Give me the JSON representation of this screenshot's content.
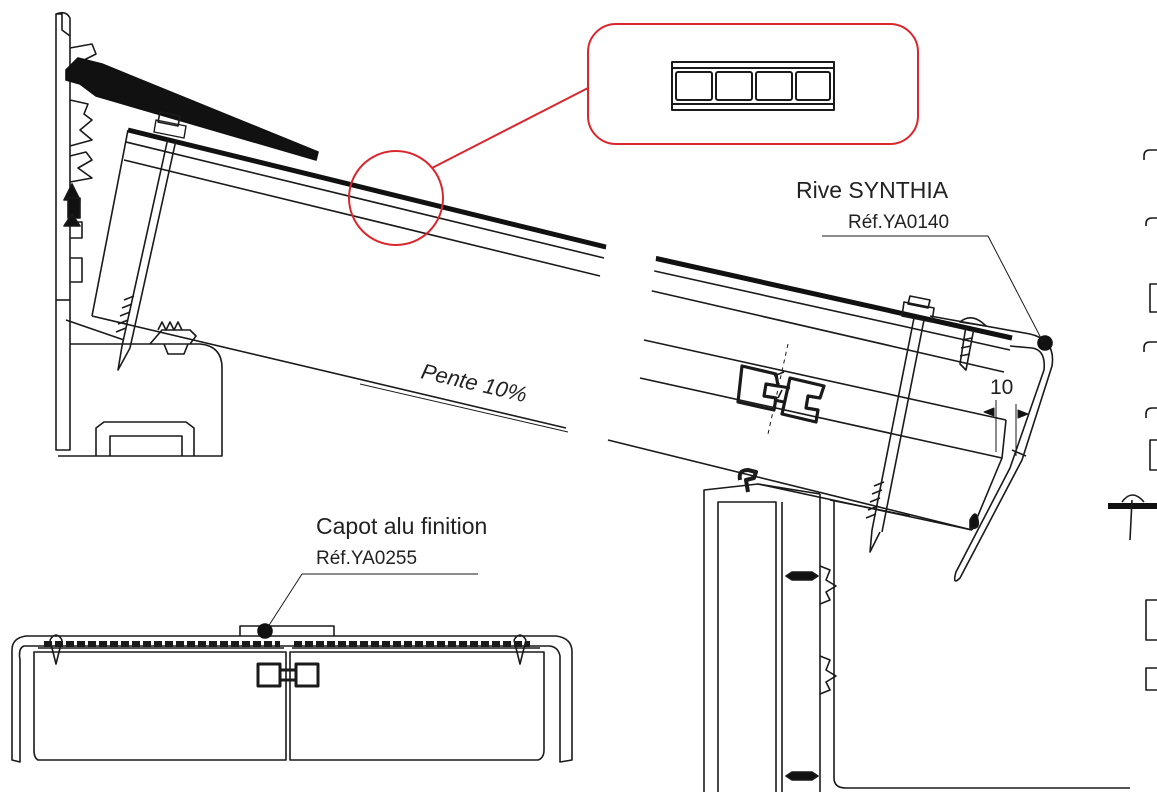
{
  "labels": {
    "slope": "Pente 10%",
    "rive_title": "Rive SYNTHIA",
    "rive_ref": "Réf.YA0140",
    "capot_title": "Capot alu finition",
    "capot_ref": "Réf.YA0255",
    "gap_dimension": "10"
  },
  "colors": {
    "line": "#1a1a1a",
    "highlight": "#d9272e",
    "marker": "#111111"
  }
}
